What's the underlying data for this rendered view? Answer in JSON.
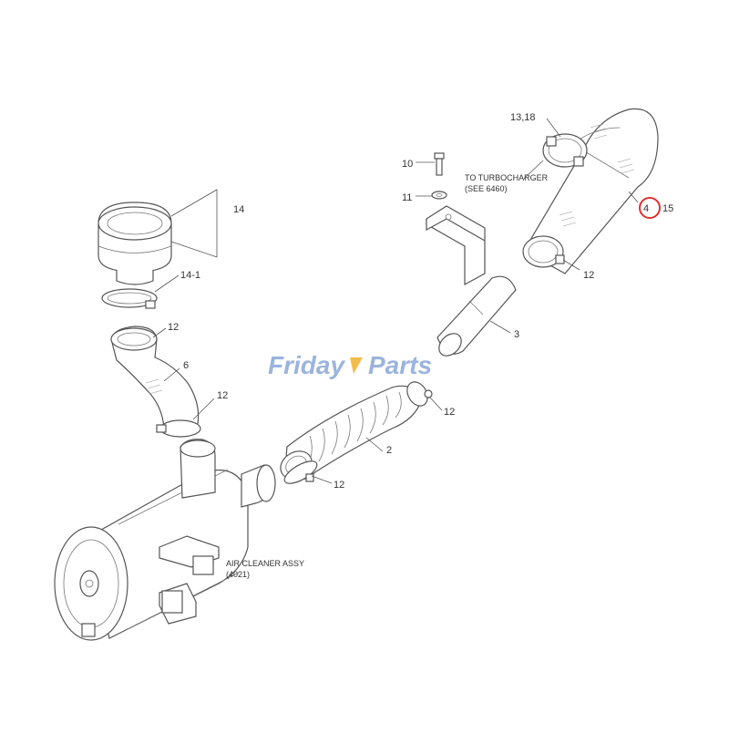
{
  "diagram": {
    "watermark": {
      "text_left": "Friday",
      "text_right": "Parts",
      "color_left": "#8aa8d8",
      "color_right": "#8aa8d8",
      "accent": "#f0b030"
    },
    "callouts": [
      {
        "id": "label-13-18",
        "text": "13,18"
      },
      {
        "id": "label-10",
        "text": "10"
      },
      {
        "id": "label-11",
        "text": "11"
      },
      {
        "id": "label-14",
        "text": "14"
      },
      {
        "id": "label-14-1",
        "text": "14-1"
      },
      {
        "id": "label-4",
        "text": "4"
      },
      {
        "id": "label-15",
        "text": "15"
      },
      {
        "id": "label-12-a",
        "text": "12"
      },
      {
        "id": "label-12-b",
        "text": "12"
      },
      {
        "id": "label-12-c",
        "text": "12"
      },
      {
        "id": "label-12-d",
        "text": "12"
      },
      {
        "id": "label-12-e",
        "text": "12"
      },
      {
        "id": "label-3",
        "text": "3"
      },
      {
        "id": "label-6",
        "text": "6"
      },
      {
        "id": "label-2",
        "text": "2"
      }
    ],
    "notes": {
      "turbo_line1": "TO TURBOCHARGER",
      "turbo_line2": "(SEE 6460)",
      "air_line1": "AIR CLEANER ASSY",
      "air_line2": "(4021)"
    },
    "highlight_color": "#e03030"
  }
}
